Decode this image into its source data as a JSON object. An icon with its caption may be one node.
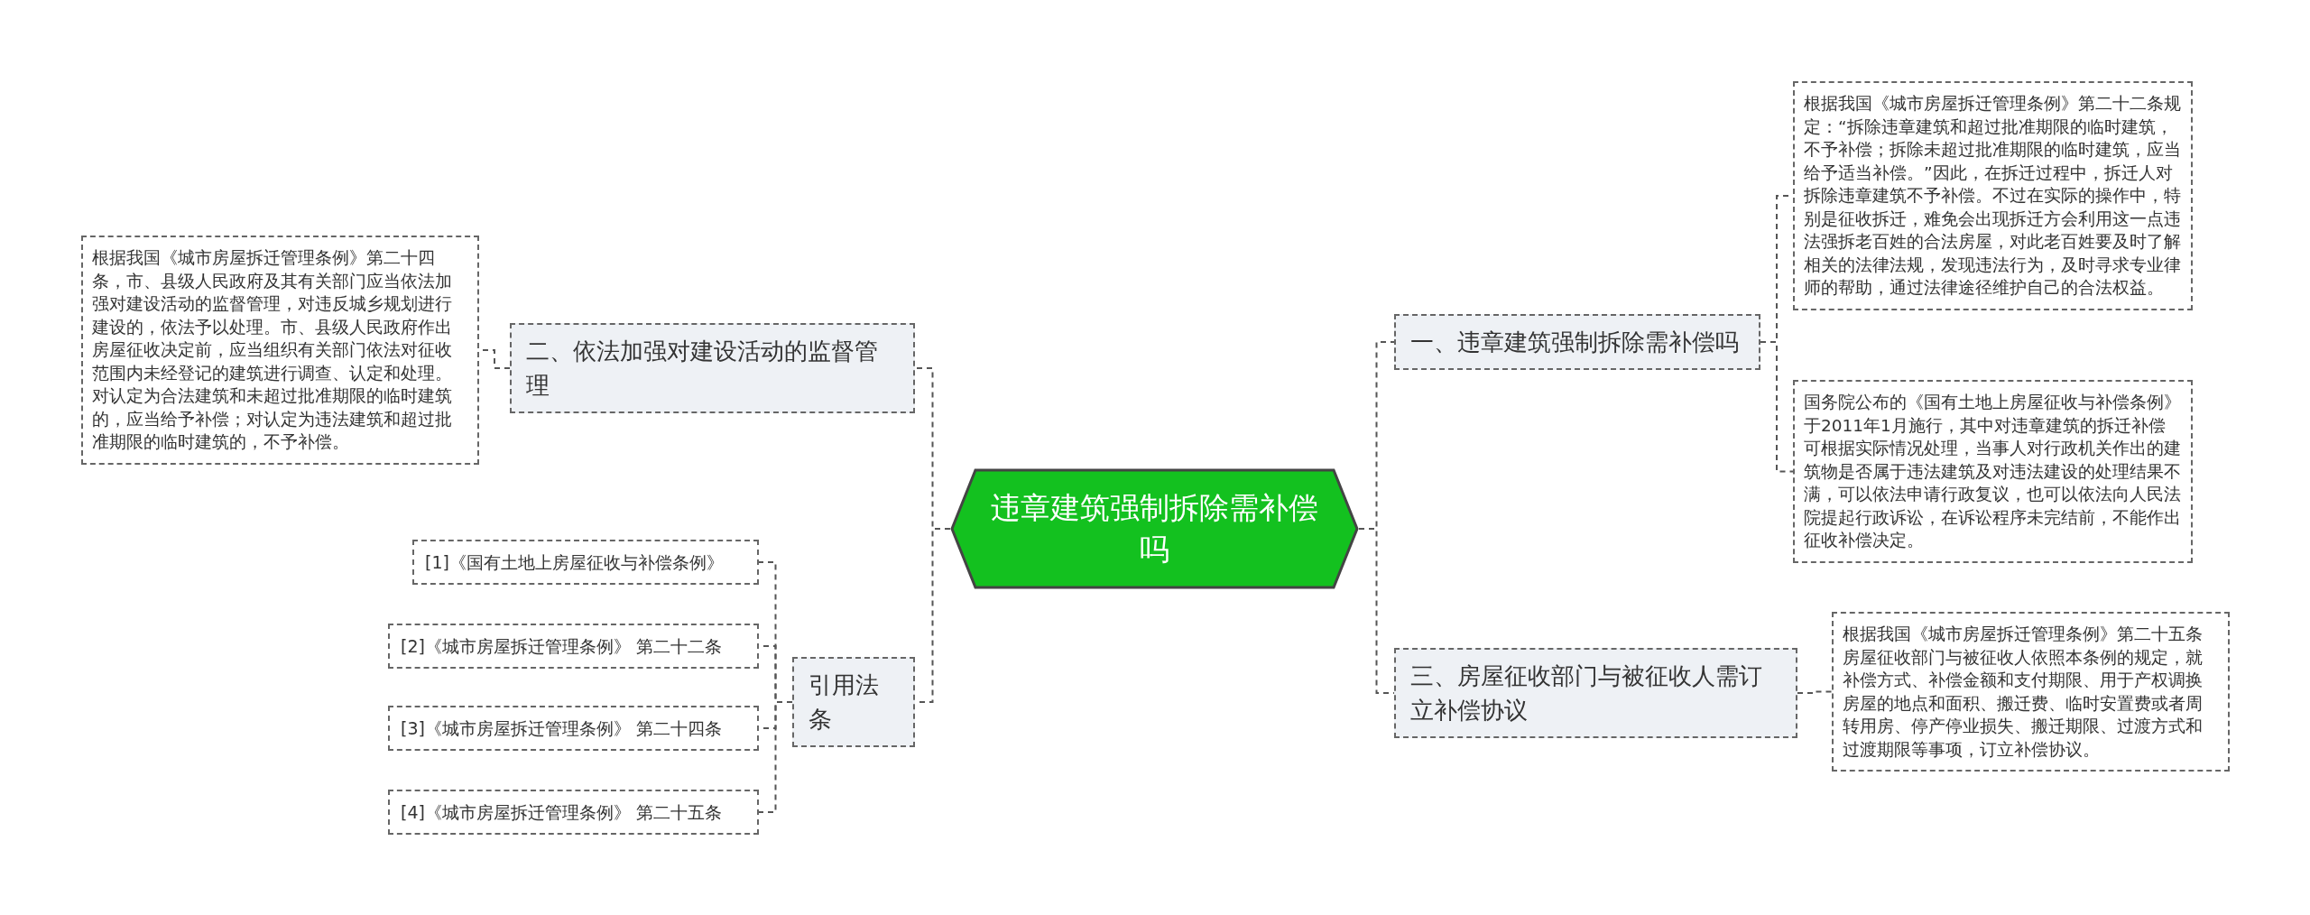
{
  "diagram": {
    "nodes": [
      {
        "text": [
          "违章建筑强制拆除需补偿吗"
        ]
      },
      {
        "text": [
          "一、违章建筑强制拆除需补偿吗"
        ]
      },
      {
        "text": [
          "根据我国《城市房屋拆迁管理条例》第二十二条规定：“拆除违章建筑和超过批准期限的临时建筑，不予补偿；拆除未超过批准期限的临时建筑，应当给予适当补偿。”因此，在拆迁过程中，拆迁人对拆除违章建筑不予补偿。不过在实际的操作中，特别是征收拆迁，难免会出现拆迁方会利用这一点违法强拆老百姓的合法房屋，对此老百姓要及时了解相关的法律法规，发现违法行为，及时寻求专业律师的帮助，通过法律途径维护自己的合法权益。"
        ]
      },
      {
        "text": [
          "国务院公布的《国有土地上房屋征收与补偿条例》于2011年1月施行，其中对违章建筑的拆迁补偿可根据实际情况处理，当事人对行政机关作出的建筑物是否属于违法建筑及对违法建设的处理结果不满，可以依法申请行政复议，也可以依法向人民法院提起行政诉讼，在诉讼程序未完结前，不能作出征收补偿决定。"
        ]
      },
      {
        "text": [
          "三、房屋征收部门与被征收人需订立补偿协议"
        ]
      },
      {
        "text": [
          "根据我国《城市房屋拆迁管理条例》第二十五条房屋征收部门与被征收人依照本条例的规定，就补偿方式、补偿金额和支付期限、用于产权调换房屋的地点和面积、搬迁费、临时安置费或者周转用房、停产停业损失、搬迁期限、过渡方式和过渡期限等事项，订立补偿协议。"
        ]
      },
      {
        "text": [
          "二、依法加强对建设活动的监督管理"
        ]
      },
      {
        "text": [
          "根据我国《城市房屋拆迁管理条例》第二十四条，市、县级人民政府及其有关部门应当依法加强对建设活动的监督管理，对违反城乡规划进行建设的，依法予以处理。市、县级人民政府作出房屋征收决定前，应当组织有关部门依法对征收范围内未经登记的建筑进行调查、认定和处理。对认定为合法建筑和未超过批准期限的临时建筑的，应当给予补偿；对认定为违法建筑和超过批准期限的临时建筑的，不予补偿。"
        ]
      },
      {
        "text": [
          "引用法条"
        ]
      },
      {
        "text": [
          "[1]《国有土地上房屋征收与补偿条例》"
        ]
      },
      {
        "text": [
          "[2]《城市房屋拆迁管理条例》 第二十二条"
        ]
      },
      {
        "text": [
          "[3]《城市房屋拆迁管理条例》 第二十四条"
        ]
      },
      {
        "text": [
          "[4]《城市房屋拆迁管理条例》 第二十五条"
        ]
      }
    ],
    "edges": [
      {
        "from": 0,
        "to": 1,
        "arrow": "none"
      },
      {
        "from": 0,
        "to": 4,
        "arrow": "none"
      },
      {
        "from": 0,
        "to": 6,
        "arrow": "none"
      },
      {
        "from": 0,
        "to": 8,
        "arrow": "none"
      },
      {
        "from": 1,
        "to": 2,
        "arrow": "none"
      },
      {
        "from": 1,
        "to": 3,
        "arrow": "none"
      },
      {
        "from": 4,
        "to": 5,
        "arrow": "none"
      },
      {
        "from": 6,
        "to": 7,
        "arrow": "none"
      },
      {
        "from": 8,
        "to": 9,
        "arrow": "none"
      },
      {
        "from": 8,
        "to": 10,
        "arrow": "none"
      },
      {
        "from": 8,
        "to": 11,
        "arrow": "none"
      },
      {
        "from": 8,
        "to": 12,
        "arrow": "none"
      }
    ]
  }
}
